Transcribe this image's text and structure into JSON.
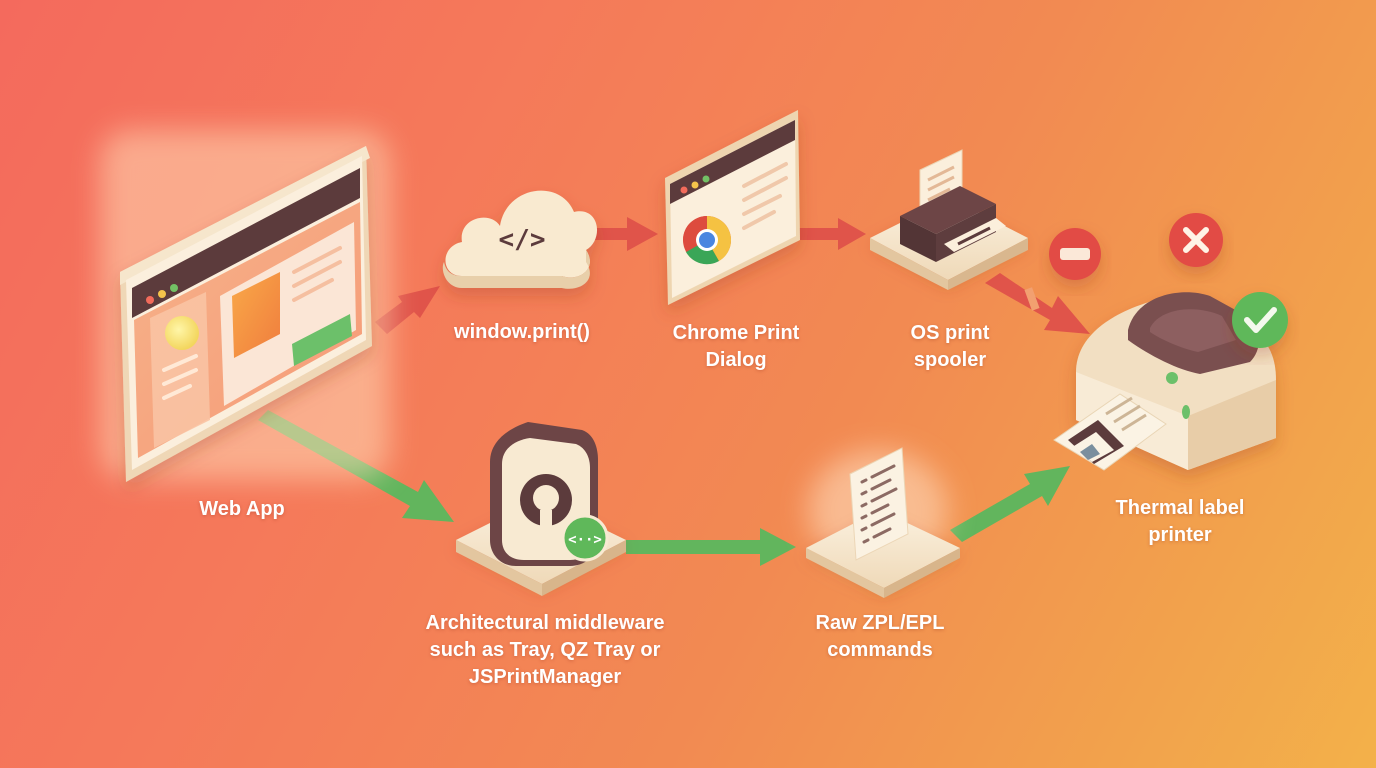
{
  "nodes": {
    "web_app": "Web App",
    "window_print": "window.print()",
    "chrome_dialog": "Chrome Print\nDialog",
    "os_spooler": "OS print\nspooler",
    "thermal_printer": "Thermal label\nprinter",
    "middleware": "Architectural middleware\nsuch as Tray, QZ Tray or\nJSPrintManager",
    "raw_commands": "Raw ZPL/EPL\ncommands"
  },
  "icons": {
    "code_symbol": "</>",
    "connector_symbol": "<··>"
  },
  "colors": {
    "bad_path": "#e5574c",
    "good_path": "#5fb85a",
    "cream": "#f8ead2",
    "dark_bar": "#5a3a3a"
  }
}
